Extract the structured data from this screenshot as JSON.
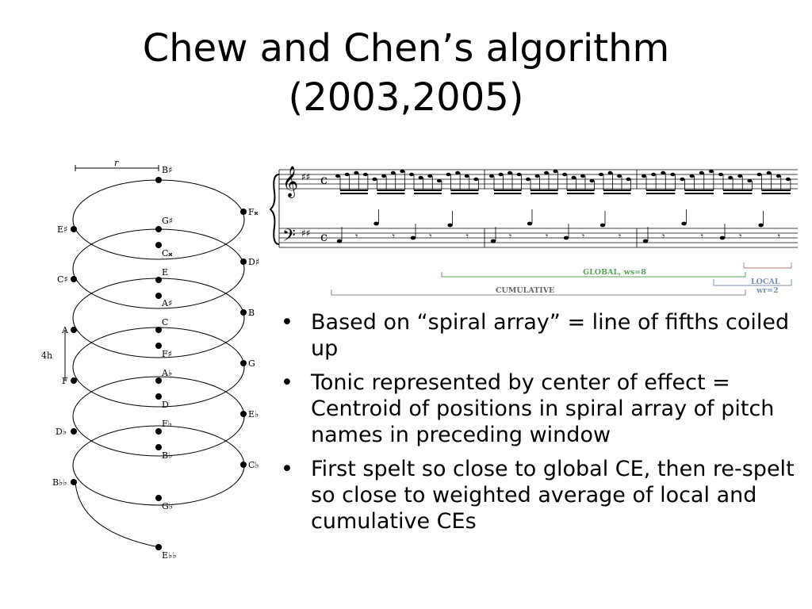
{
  "title": {
    "line1": "Chew and Chen’s algorithm",
    "line2": "(2003,2005)"
  },
  "bullets": [
    {
      "marker": "•",
      "text": "Based on “spiral array” = line of fifths coiled up"
    },
    {
      "marker": "•",
      "text": "Tonic represented by center of effect = Centroid of positions in spiral array of pitch names in preceding window"
    },
    {
      "marker": "•",
      "text": "First spelt so close to global CE, then re-spelt so close to weighted average of local and cumulative CEs"
    }
  ],
  "spiral": {
    "radius_label": "r",
    "height_label": "4h",
    "notes": {
      "b_sharp": "B♯",
      "f_double_sharp": "F𝄪",
      "g_sharp": "G♯",
      "c_double_sharp": "C𝄪",
      "d_sharp": "D♯",
      "e_sharp": "E♯",
      "c_sharp": "C♯",
      "e": "E",
      "a_sharp": "A♯",
      "b": "B",
      "a": "A",
      "c": "C",
      "f_sharp": "F♯",
      "g": "G",
      "f": "F",
      "a_flat": "A♭",
      "d": "D",
      "e_flat": "E♭",
      "d_flat": "D♭",
      "f_flat": "F♭",
      "b_flat": "B♭",
      "c_flat": "C♭",
      "b_double_flat": "B♭♭",
      "g_flat": "G♭",
      "e_double_flat": "E♭♭"
    }
  },
  "score": {
    "global_label": "GLOBAL, ws=8",
    "local_label": "LOCAL",
    "local_sub": "wr=2",
    "cumulative_label": "CUMULATIVE",
    "treble_clef": "𝄞",
    "bass_clef": "𝄢",
    "key_sig": "♯♯",
    "time_sig": "c",
    "colors": {
      "global": "#5aa05a",
      "local": "#c47a7a",
      "cumulative": "#7a8fb8"
    }
  }
}
